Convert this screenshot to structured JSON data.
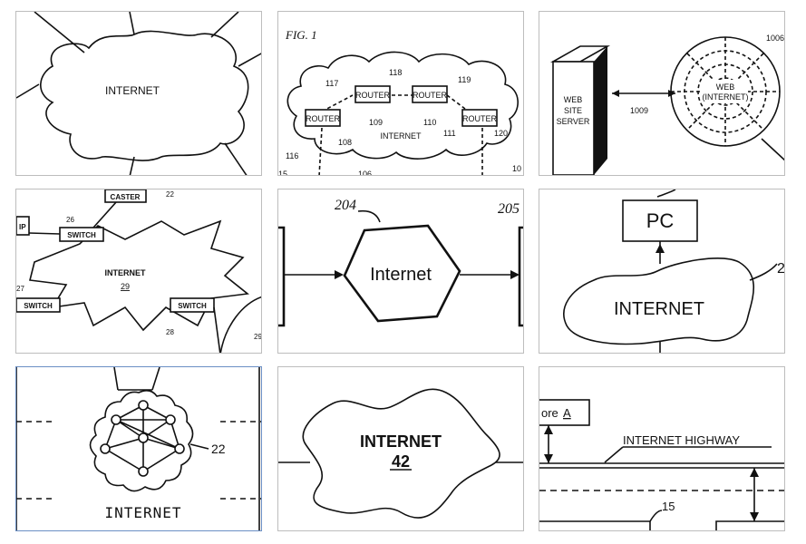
{
  "panels": [
    {
      "id": 1,
      "cloud_label": "INTERNET"
    },
    {
      "id": 2,
      "fig_label": "FIG. 1",
      "routers": [
        "ROUTER",
        "ROUTER",
        "ROUTER",
        "ROUTER"
      ],
      "cloud_label": "INTERNET",
      "refs": [
        "117",
        "118",
        "119",
        "109",
        "110",
        "108",
        "111",
        "120",
        "116",
        "106",
        "10",
        "15"
      ]
    },
    {
      "id": 3,
      "server_label": "WEB SITE SERVER",
      "server_lines": [
        "WEB",
        "SITE",
        "SERVER"
      ],
      "web_lines": [
        "WEB",
        "(INTERNET)"
      ],
      "refs": [
        "1006",
        "1009"
      ]
    },
    {
      "id": 4,
      "labels": [
        "CASTER",
        "SWITCH",
        "SWITCH",
        "SWITCH",
        "IP",
        "INTERNET",
        "29"
      ],
      "refs": [
        "22",
        "26",
        "27",
        "28",
        "29"
      ]
    },
    {
      "id": 5,
      "hex_label": "Internet",
      "refs": [
        "204",
        "205"
      ]
    },
    {
      "id": 6,
      "box_label": "PC",
      "cloud_label": "INTERNET",
      "refs": [
        "2"
      ]
    },
    {
      "id": 7,
      "label": "INTERNET",
      "refs": [
        "22"
      ]
    },
    {
      "id": 8,
      "label": "INTERNET",
      "number": "42"
    },
    {
      "id": 9,
      "store_label": "ore",
      "store_letter": "A",
      "highway_label": "INTERNET HIGHWAY",
      "refs": [
        "15"
      ]
    }
  ]
}
